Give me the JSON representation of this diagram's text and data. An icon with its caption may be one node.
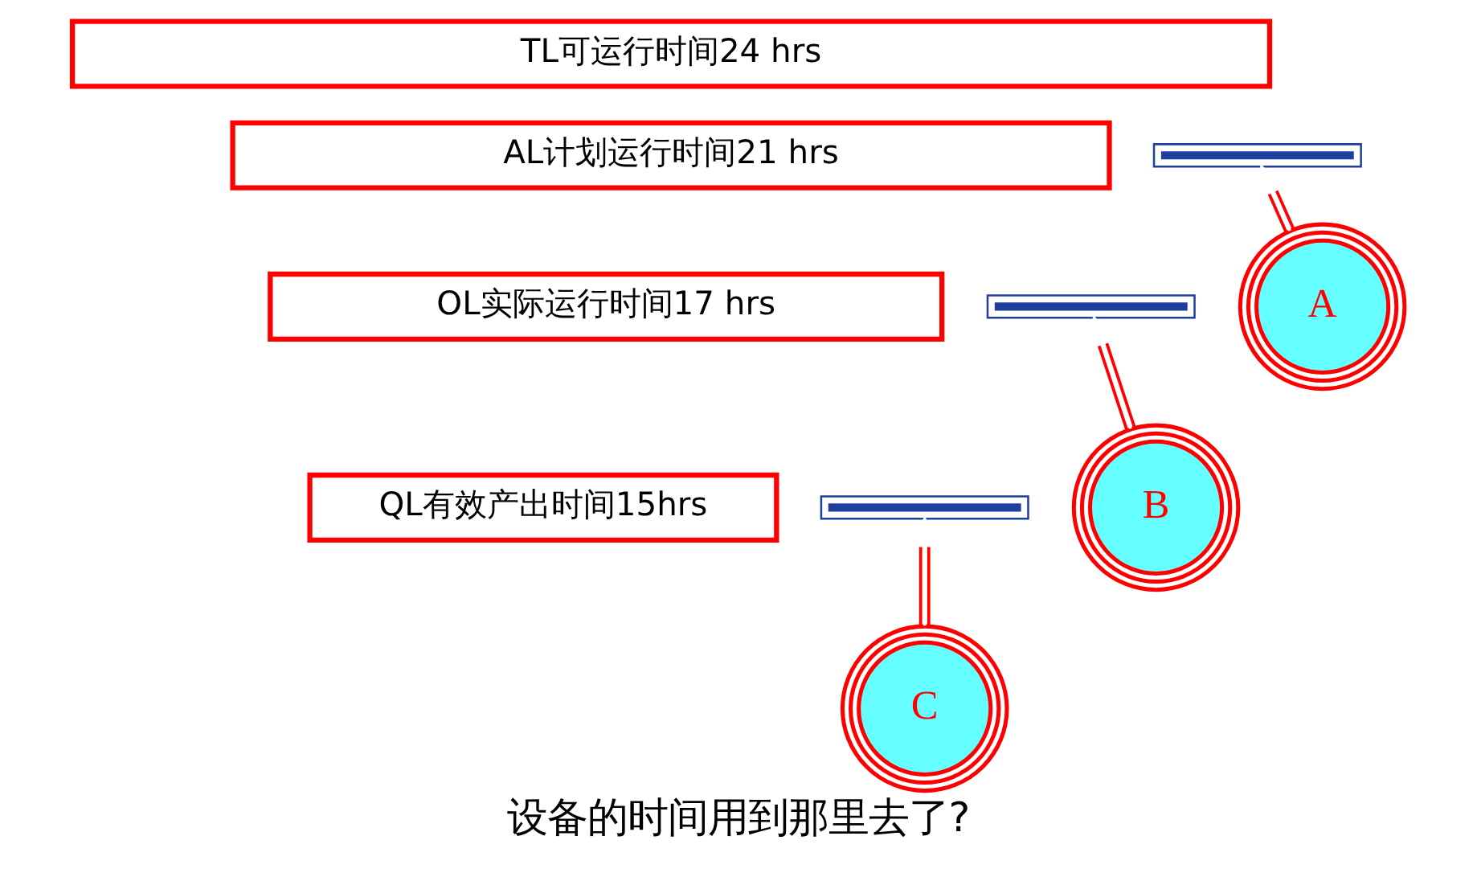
{
  "diagram": {
    "caption": "设备的时间用到那里去了?",
    "nodes": [
      {
        "text": [
          "TL可运行时间24 hrs"
        ]
      },
      {
        "text": [
          "AL计划运行时间21 hrs"
        ]
      },
      {
        "text": [
          "OL实际运行时间17 hrs"
        ]
      },
      {
        "text": [
          "QL有效产出时间15hrs"
        ]
      },
      {
        "text": [],
        "shape": "line"
      },
      {
        "text": [],
        "shape": "line"
      },
      {
        "text": [],
        "shape": "line"
      },
      {
        "text": [
          "C"
        ]
      },
      {
        "text": [
          "B"
        ]
      },
      {
        "text": [
          "A"
        ]
      }
    ],
    "edges": [
      {
        "from": 9,
        "to": 4,
        "arrow": "to"
      },
      {
        "from": 8,
        "to": 5,
        "arrow": "to"
      },
      {
        "from": 7,
        "to": 6,
        "arrow": "to"
      }
    ]
  }
}
